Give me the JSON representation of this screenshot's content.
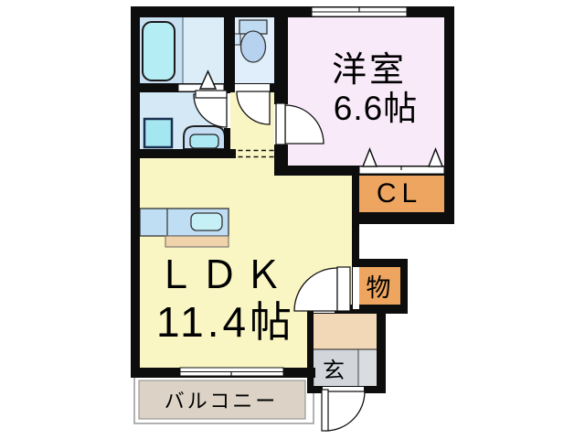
{
  "floorplan": {
    "western_room": {
      "label": "洋室",
      "size": "6.6帖"
    },
    "ldk": {
      "label": "ＬＤＫ",
      "size": "11.4帖"
    },
    "closet": {
      "label": "CL"
    },
    "storage": {
      "label": "物"
    },
    "entrance": {
      "label": "玄"
    },
    "balcony": {
      "label": "バルコニー"
    },
    "colors": {
      "wall": "#0d0d0d",
      "ldk_floor": "#FAF6C4",
      "western_room_floor": "#F8EAF9",
      "closet_fill": "#EDA55F",
      "bathroom_floor_left": "#C8DFF1",
      "bathroom_floor_right": "#DCEDF8",
      "washroom_floor": "#D5E8F6",
      "toilet_floor": "#DFEEFA",
      "entrance_step": "#F2D8B6",
      "entrance_floor": "#D2D6DA",
      "balcony_floor": "#DCD3C6",
      "bathtub_fill": "#B4EDF3",
      "counter_fill": "#BFDDF3"
    }
  }
}
